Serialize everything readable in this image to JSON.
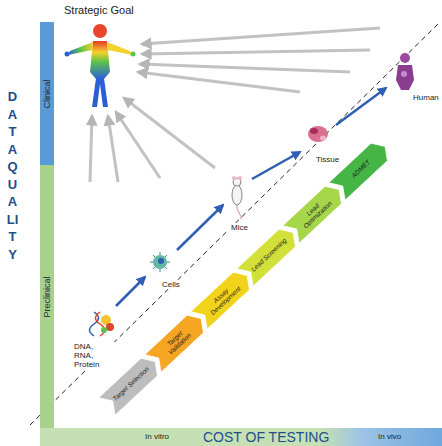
{
  "diagram": {
    "nodes": [
      {
        "text": [
          "Clinical"
        ]
      },
      {
        "text": [
          "Preclinical"
        ]
      },
      {
        "text": [
          "In vitro",
          "COST OF TESTING",
          "In vivo"
        ]
      },
      {
        "text": [
          "Target Selection"
        ]
      },
      {
        "text": [
          "Target Validation"
        ]
      },
      {
        "text": [
          "Assay Development"
        ]
      },
      {
        "text": [
          "Lead Screening"
        ]
      },
      {
        "text": [
          "Lead Optimization"
        ]
      },
      {
        "text": [
          "ADMET"
        ]
      }
    ],
    "labels": [
      "Strategic Goal",
      "DATA QUALITY",
      "Human",
      "Tissue",
      "Mice",
      "Cells",
      "DNA, RNA, Protein"
    ]
  }
}
